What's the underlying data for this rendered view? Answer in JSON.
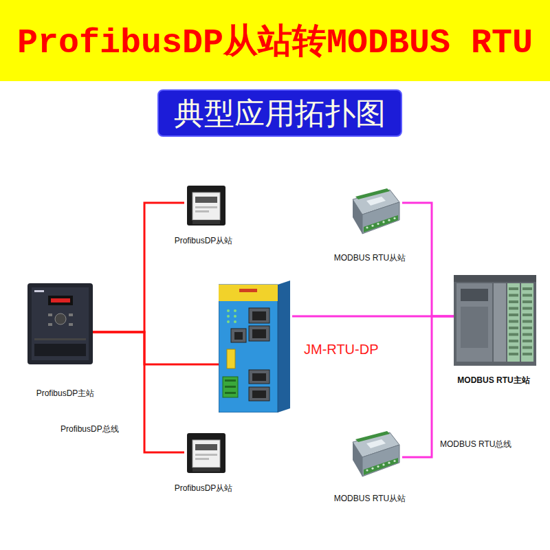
{
  "diagram": {
    "title": "ProfibusDP从站转MODBUS RTU",
    "nodes": [
      {
        "text": [
          "典型应用拓扑图"
        ]
      },
      {
        "text": [
          "ProfibusDP从站"
        ]
      },
      {
        "text": [
          "MODBUS RTU从站"
        ]
      },
      {
        "text": [
          "ProfibusDP主站"
        ]
      },
      {
        "text": [
          "JM-RTU-DP"
        ]
      },
      {
        "text": [
          "MODBUS RTU主站"
        ]
      },
      {
        "text": [
          "ProfibusDP从站"
        ]
      },
      {
        "text": [
          "MODBUS RTU从站"
        ]
      }
    ],
    "edges": [
      {
        "from": 3,
        "to": 1,
        "arrow": "none"
      },
      {
        "from": 3,
        "to": 4,
        "arrow": "none"
      },
      {
        "from": 3,
        "to": 6,
        "arrow": "none"
      },
      {
        "from": 5,
        "to": 2,
        "arrow": "none"
      },
      {
        "from": 5,
        "to": 4,
        "arrow": "none"
      },
      {
        "from": 5,
        "to": 7,
        "arrow": "none"
      }
    ],
    "labels": [
      "ProfibusDP总线",
      "MODBUS RTU总线"
    ]
  }
}
